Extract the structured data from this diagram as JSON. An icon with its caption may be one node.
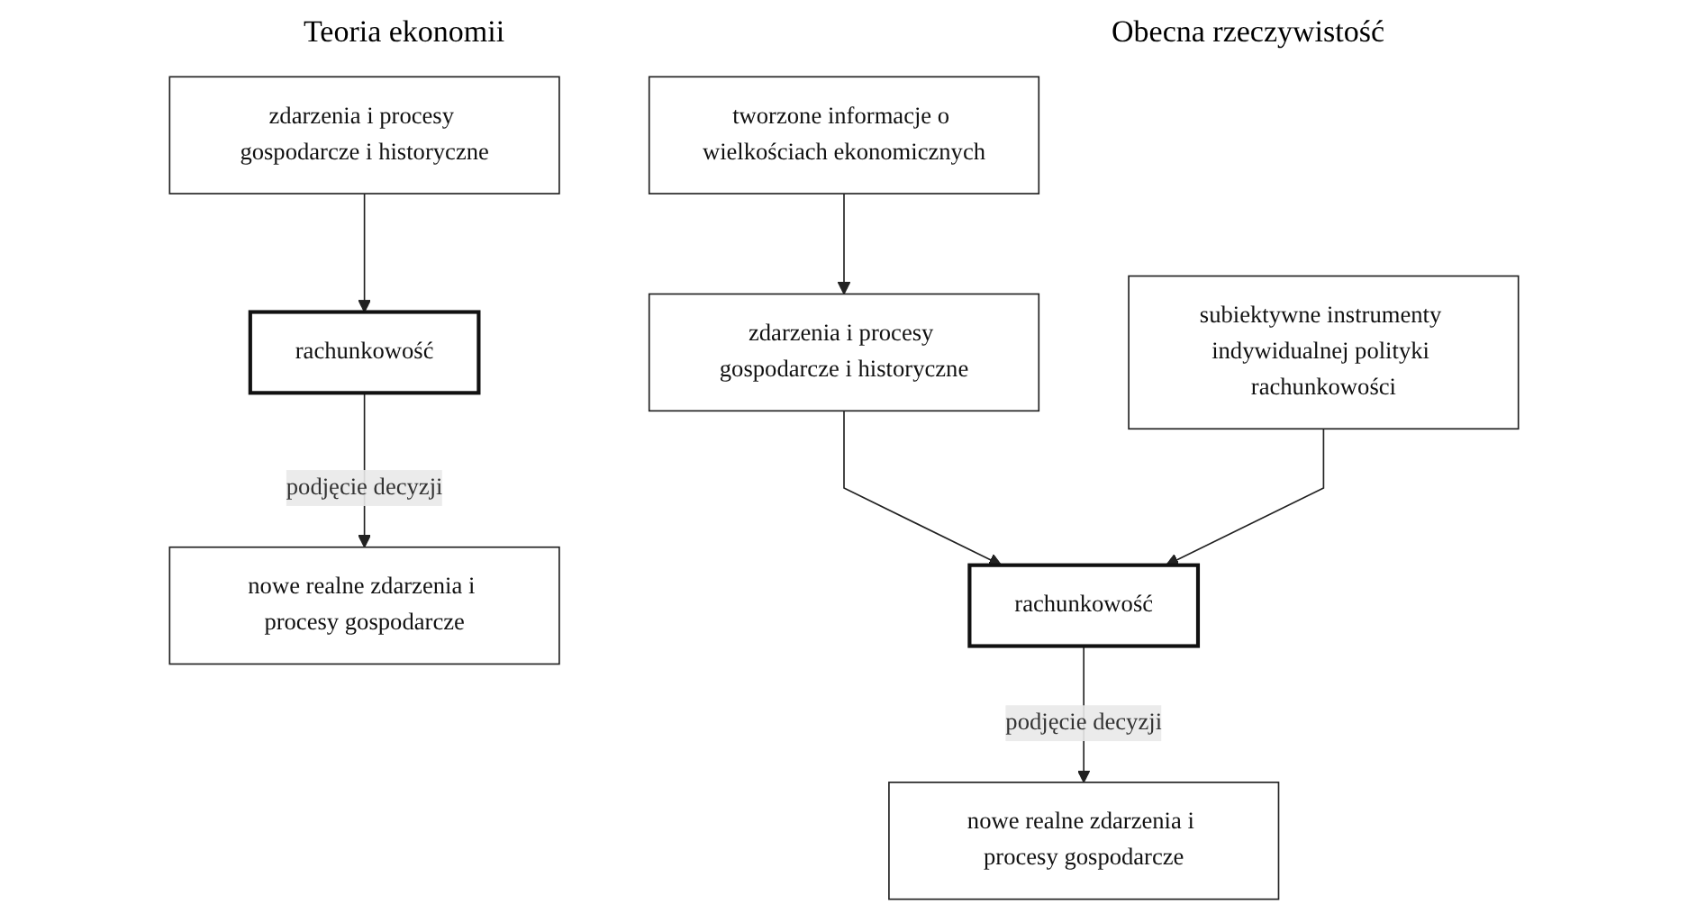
{
  "diagram": {
    "nodes": [
      {
        "text": [
          "zdarzenia i procesy gospodarcze i historyczne"
        ]
      },
      {
        "text": [
          "rachunkowość"
        ]
      },
      {
        "text": [
          "nowe realne zdarzenia i procesy gospodarcze"
        ]
      },
      {
        "text": [
          "tworzone informacje o wielkościach ekonomicznych"
        ]
      },
      {
        "text": [
          "zdarzenia i procesy gospodarcze i historyczne"
        ]
      },
      {
        "text": [
          "subiektywne instrumenty indywidualnej polityki rachunkowości"
        ]
      },
      {
        "text": [
          "rachunkowość"
        ]
      },
      {
        "text": [
          "nowe realne zdarzenia i procesy gospodarcze"
        ]
      }
    ],
    "edges": [
      {
        "from": 0,
        "to": 1,
        "arrow": "to"
      },
      {
        "from": 1,
        "to": 2,
        "arrow": "to",
        "label": "podjęcie decyzji"
      },
      {
        "from": 3,
        "to": 4,
        "arrow": "to"
      },
      {
        "from": 4,
        "to": 6,
        "arrow": "to"
      },
      {
        "from": 5,
        "to": 6,
        "arrow": "to"
      },
      {
        "from": 6,
        "to": 7,
        "arrow": "to",
        "label": "podjęcie decyzji"
      }
    ],
    "labels": [
      "Teoria ekonomii",
      "Obecna rzeczywistość"
    ]
  }
}
